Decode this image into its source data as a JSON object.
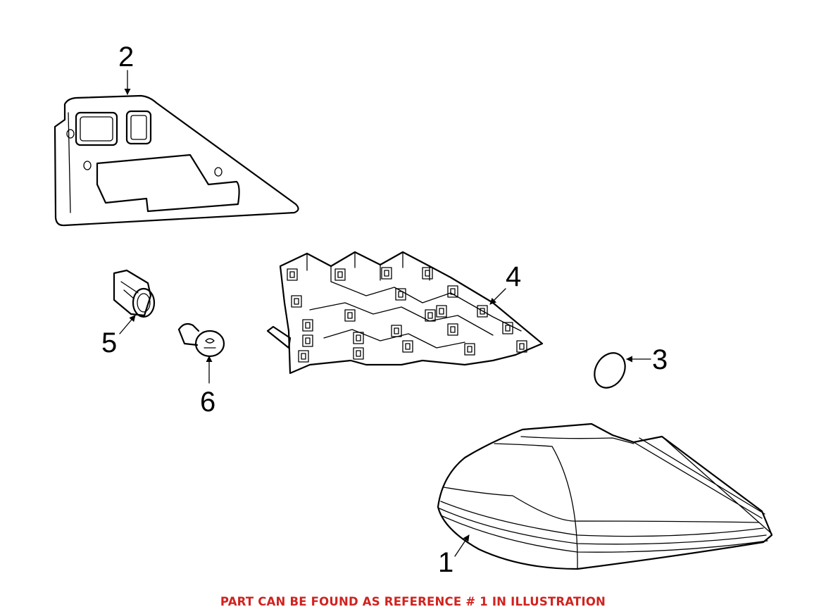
{
  "callouts": {
    "c1": "1",
    "c2": "2",
    "c3": "3",
    "c4": "4",
    "c5": "5",
    "c6": "6"
  },
  "caption": {
    "text": "PART CAN BE FOUND AS REFERENCE # 1 IN ILLUSTRATION",
    "color": "#d0231f"
  },
  "parts": [
    {
      "ref": "1",
      "icon": "tail-lamp-assembly-icon"
    },
    {
      "ref": "2",
      "icon": "lamp-housing-panel-icon"
    },
    {
      "ref": "3",
      "icon": "seal-ring-icon"
    },
    {
      "ref": "4",
      "icon": "circuit-board-socket-icon"
    },
    {
      "ref": "5",
      "icon": "bulb-socket-icon"
    },
    {
      "ref": "6",
      "icon": "bulb-icon"
    }
  ]
}
